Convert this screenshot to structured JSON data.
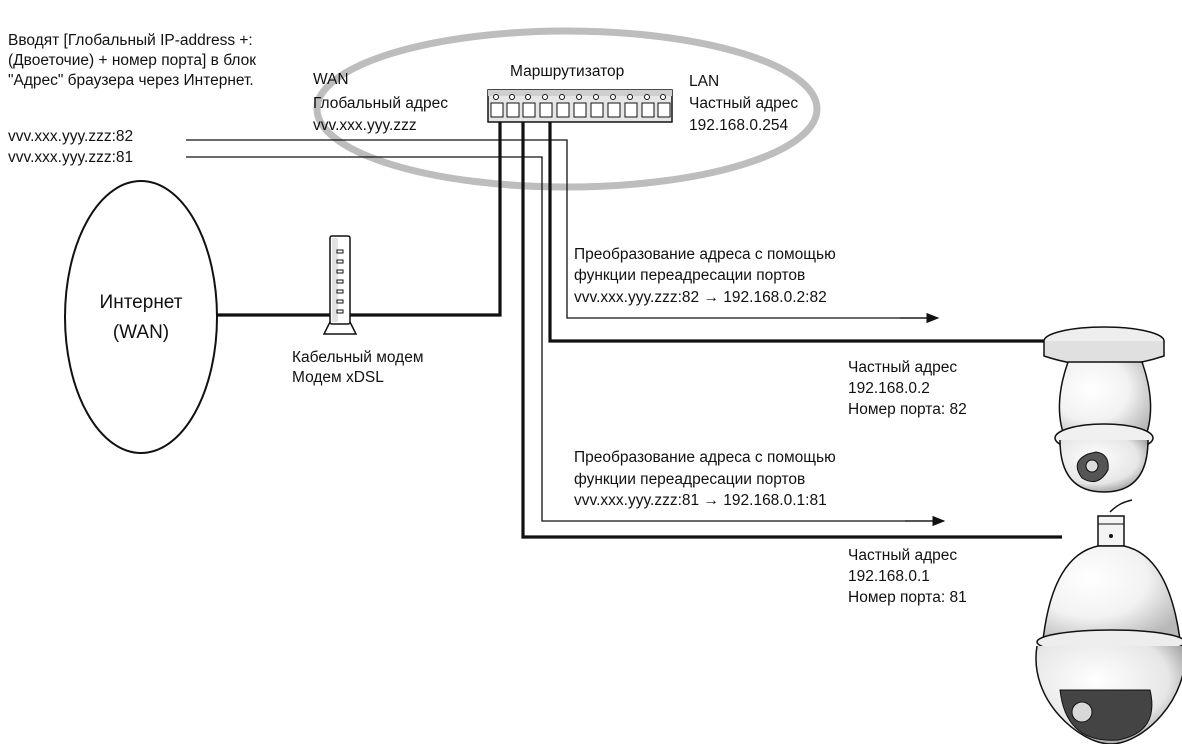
{
  "instruction": {
    "line1": "Вводят [Глобальный IP-address +:",
    "line2": "(Двоеточие) + номер порта] в блок",
    "line3": "\"Адрес\" браузера через Интернет."
  },
  "wan": {
    "title": "WAN",
    "label": "Глобальный адрес",
    "address": "vvv.xxx.yyy.zzz"
  },
  "router": {
    "label": "Маршрутизатор"
  },
  "lan": {
    "title": "LAN",
    "label": "Частный адрес",
    "address": "192.168.0.254"
  },
  "urls": {
    "url82": "vvv.xxx.yyy.zzz:82",
    "url81": "vvv.xxx.yyy.zzz:81"
  },
  "internet": {
    "line1": "Интернет",
    "line2": "(WAN)"
  },
  "modem": {
    "line1": "Кабельный модем",
    "line2": "Модем xDSL"
  },
  "forward_82": {
    "line1": "Преобразование адреса с помощью",
    "line2": "функции переадресации портов",
    "line3": "vvv.xxx.yyy.zzz:82 → 192.168.0.2:82"
  },
  "camera_82": {
    "line1": "Частный адрес",
    "line2": "192.168.0.2",
    "line3": "Номер порта: 82"
  },
  "forward_81": {
    "line1": "Преобразование адреса с помощью",
    "line2": "функции переадресации портов",
    "line3": "vvv.xxx.yyy.zzz:81 → 192.168.0.1:81"
  },
  "camera_81": {
    "line1": "Частный адрес",
    "line2": "192.168.0.1",
    "line3": "Номер порта: 81"
  }
}
